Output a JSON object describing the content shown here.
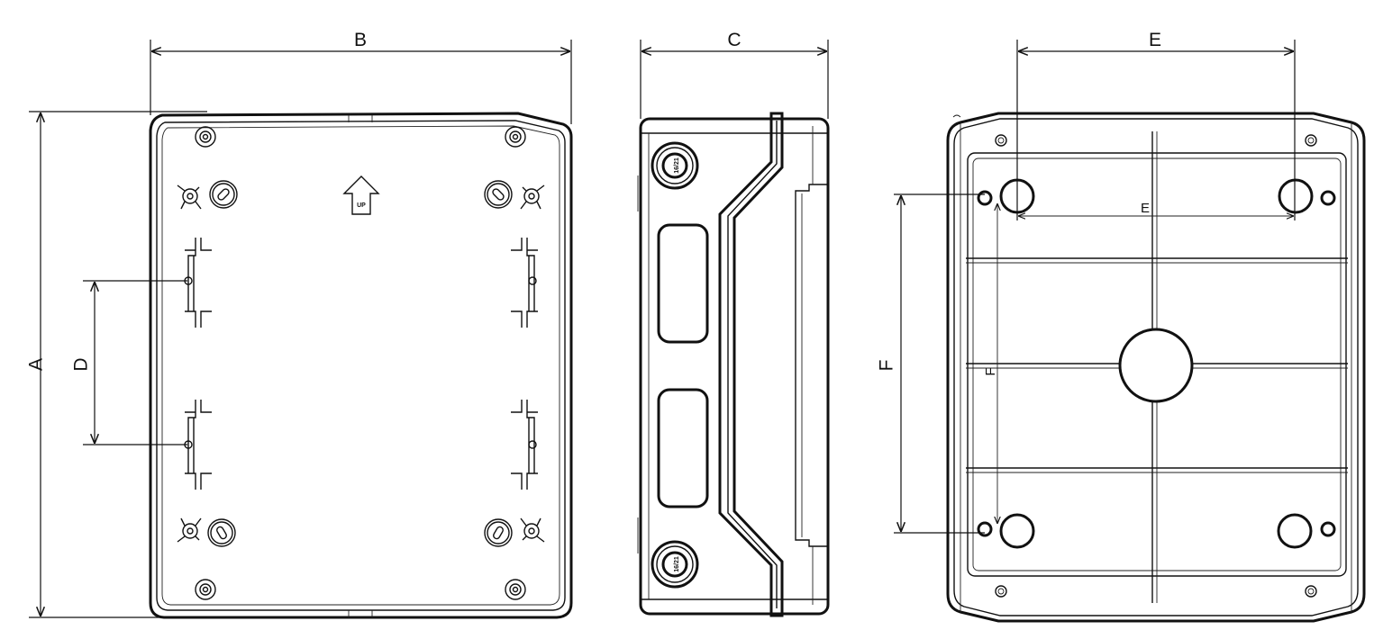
{
  "dimension_labels": {
    "height": "A",
    "width": "B",
    "depth": "C",
    "mount_vertical_spacing": "D",
    "hole_horizontal_spacing": "E",
    "hole_vertical_spacing": "F"
  },
  "marks": {
    "up_arrow": "UP",
    "cable_gland": "16/21"
  }
}
